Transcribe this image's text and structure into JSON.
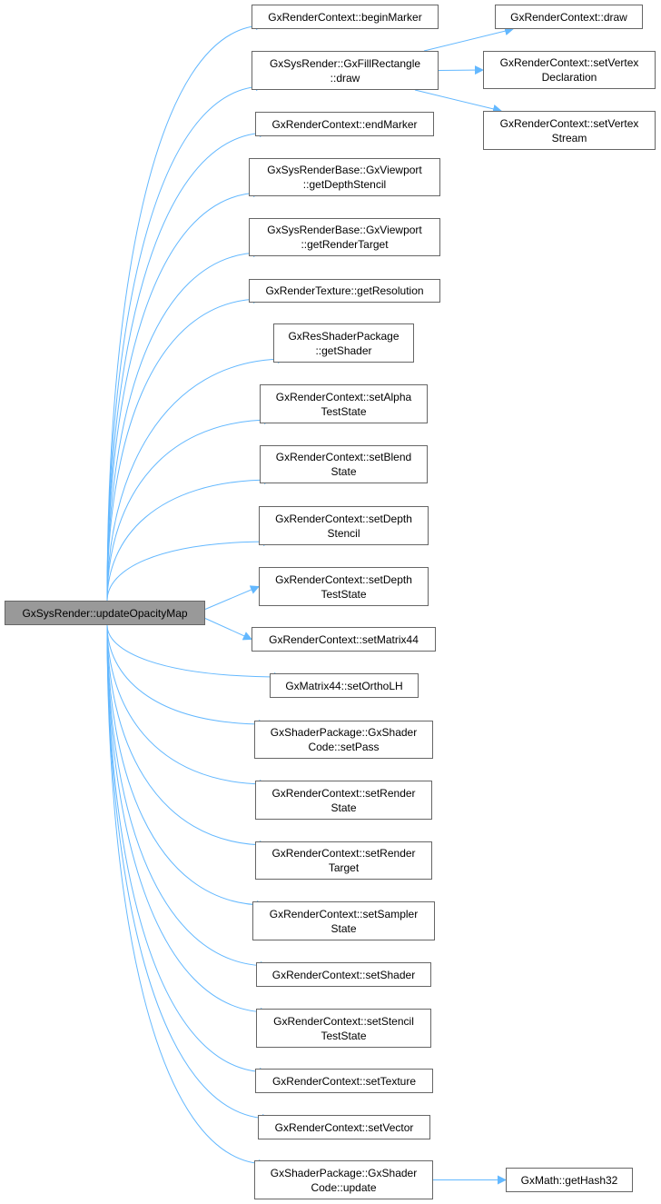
{
  "title": "GxSysRender::updateOpacityMap call graph",
  "colors": {
    "edge": "#63b8ff",
    "node_border": "#666666",
    "root_fill": "#999999",
    "node_fill": "#ffffff"
  },
  "nodes": [
    {
      "id": "root",
      "label": "GxSysRender::updateOpacityMap",
      "root": true
    },
    {
      "id": "beginMarker",
      "label": "GxRenderContext::beginMarker"
    },
    {
      "id": "fillRectDraw",
      "label": "GxSysRender::GxFillRectangle\n::draw"
    },
    {
      "id": "endMarker",
      "label": "GxRenderContext::endMarker"
    },
    {
      "id": "getDepthStencil",
      "label": "GxSysRenderBase::GxViewport\n::getDepthStencil"
    },
    {
      "id": "getRenderTarget",
      "label": "GxSysRenderBase::GxViewport\n::getRenderTarget"
    },
    {
      "id": "getResolution",
      "label": "GxRenderTexture::getResolution"
    },
    {
      "id": "getShader",
      "label": "GxResShaderPackage\n::getShader"
    },
    {
      "id": "setAlphaTestState",
      "label": "GxRenderContext::setAlpha\nTestState"
    },
    {
      "id": "setBlendState",
      "label": "GxRenderContext::setBlend\nState"
    },
    {
      "id": "setDepthStencil",
      "label": "GxRenderContext::setDepth\nStencil"
    },
    {
      "id": "setDepthTestState",
      "label": "GxRenderContext::setDepth\nTestState"
    },
    {
      "id": "setMatrix44",
      "label": "GxRenderContext::setMatrix44"
    },
    {
      "id": "setOrthoLH",
      "label": "GxMatrix44::setOrthoLH"
    },
    {
      "id": "setPass",
      "label": "GxShaderPackage::GxShader\nCode::setPass"
    },
    {
      "id": "setRenderState",
      "label": "GxRenderContext::setRender\nState"
    },
    {
      "id": "setRenderTarget",
      "label": "GxRenderContext::setRender\nTarget"
    },
    {
      "id": "setSamplerState",
      "label": "GxRenderContext::setSampler\nState"
    },
    {
      "id": "setShader",
      "label": "GxRenderContext::setShader"
    },
    {
      "id": "setStencilTestState",
      "label": "GxRenderContext::setStencil\nTestState"
    },
    {
      "id": "setTexture",
      "label": "GxRenderContext::setTexture"
    },
    {
      "id": "setVector",
      "label": "GxRenderContext::setVector"
    },
    {
      "id": "shaderUpdate",
      "label": "GxShaderPackage::GxShader\nCode::update"
    },
    {
      "id": "rcDraw",
      "label": "GxRenderContext::draw"
    },
    {
      "id": "setVertexDeclaration",
      "label": "GxRenderContext::setVertex\nDeclaration"
    },
    {
      "id": "setVertexStream",
      "label": "GxRenderContext::setVertex\nStream"
    },
    {
      "id": "getHash32",
      "label": "GxMath::getHash32"
    }
  ],
  "edges": [
    [
      "root",
      "beginMarker"
    ],
    [
      "root",
      "fillRectDraw"
    ],
    [
      "root",
      "endMarker"
    ],
    [
      "root",
      "getDepthStencil"
    ],
    [
      "root",
      "getRenderTarget"
    ],
    [
      "root",
      "getResolution"
    ],
    [
      "root",
      "getShader"
    ],
    [
      "root",
      "setAlphaTestState"
    ],
    [
      "root",
      "setBlendState"
    ],
    [
      "root",
      "setDepthStencil"
    ],
    [
      "root",
      "setDepthTestState"
    ],
    [
      "root",
      "setMatrix44"
    ],
    [
      "root",
      "setOrthoLH"
    ],
    [
      "root",
      "setPass"
    ],
    [
      "root",
      "setRenderState"
    ],
    [
      "root",
      "setRenderTarget"
    ],
    [
      "root",
      "setSamplerState"
    ],
    [
      "root",
      "setShader"
    ],
    [
      "root",
      "setStencilTestState"
    ],
    [
      "root",
      "setTexture"
    ],
    [
      "root",
      "setVector"
    ],
    [
      "root",
      "shaderUpdate"
    ],
    [
      "fillRectDraw",
      "rcDraw"
    ],
    [
      "fillRectDraw",
      "setVertexDeclaration"
    ],
    [
      "fillRectDraw",
      "setVertexStream"
    ],
    [
      "shaderUpdate",
      "getHash32"
    ]
  ]
}
